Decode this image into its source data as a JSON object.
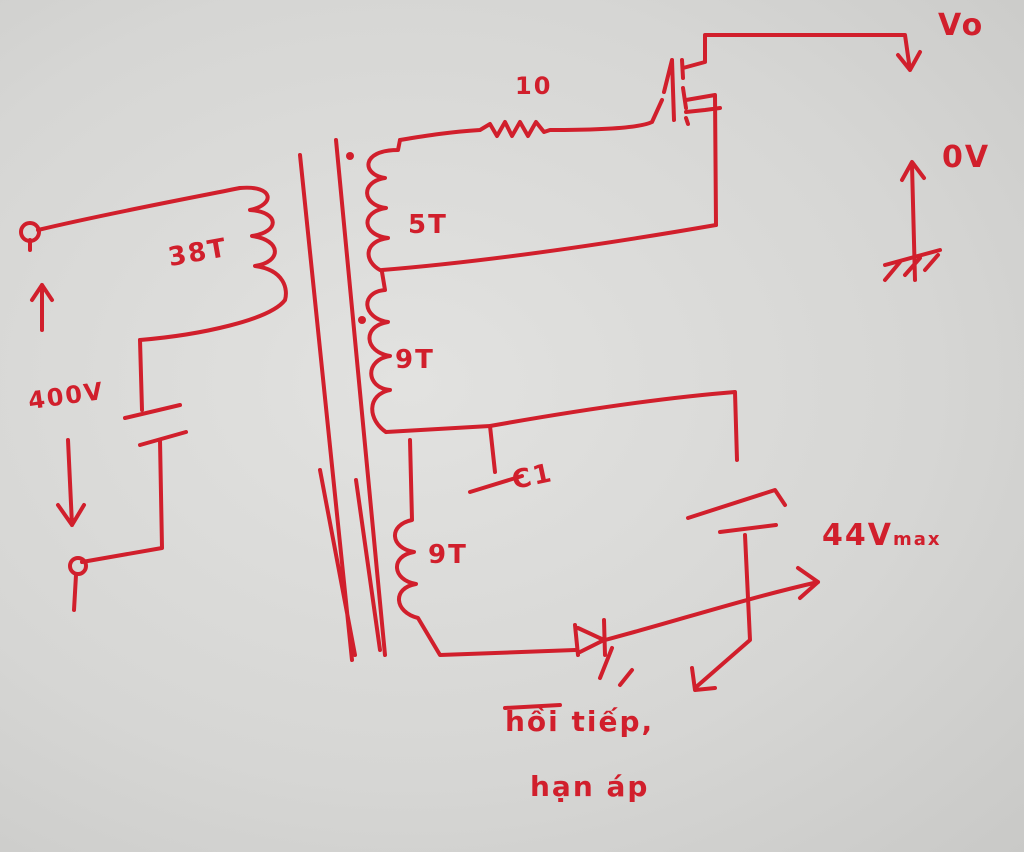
{
  "labels": {
    "vo": "Vo",
    "resistor": "10",
    "zero_v": "0V",
    "sec_5t": "5T",
    "primary_38t": "38T",
    "input_voltage": "400V",
    "sec_9t_upper": "9T",
    "sec_9t_lower": "9T",
    "cap": "C1",
    "max_voltage": "44V",
    "max_sub": "max",
    "feedback_line1": "hồi tiếp,",
    "feedback_line2": "hạn áp"
  },
  "ink_color": "#d11f2c"
}
